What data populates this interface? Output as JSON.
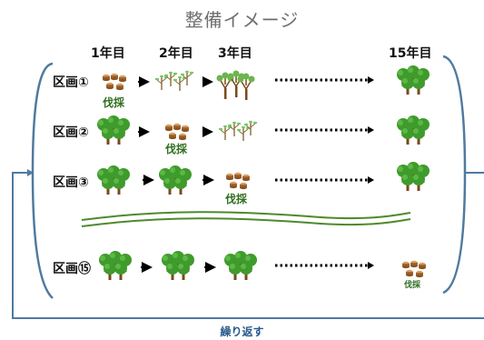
{
  "title": "整備イメージ",
  "years": [
    "1年目",
    "2年目",
    "3年目",
    "15年目"
  ],
  "sections": [
    {
      "label": "区画①",
      "harvest_label": "伐採"
    },
    {
      "label": "区画②",
      "harvest_label": "伐採"
    },
    {
      "label": "区画③",
      "harvest_label": "伐採"
    },
    {
      "label": "区画⑮",
      "harvest_label": "伐採"
    }
  ],
  "loop_label": "繰り返す",
  "colors": {
    "frame": "#4f7aa0",
    "tree": "#3f9b2c",
    "trunk": "#7a4a1c",
    "stump": "#a0662c",
    "wave": "#4e8a2a",
    "arrow": "#000000"
  }
}
